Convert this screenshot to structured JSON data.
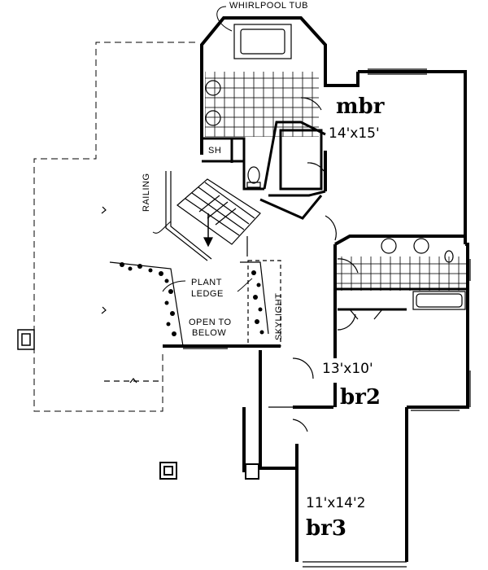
{
  "labels": {
    "whirlpool_tub": "WHIRLPOOL TUB",
    "master_bedroom_name": "mbr",
    "master_bedroom_size": "14'x15'",
    "shower": "SH",
    "railing": "RAILING",
    "plant_ledge_line1": "PLANT",
    "plant_ledge_line2": "LEDGE",
    "open_to_below_line1": "OPEN TO",
    "open_to_below_line2": "BELOW",
    "skylight": "SKYLIGHT",
    "bedroom2_size": "13'x10'",
    "bedroom2_name": "br2",
    "bedroom3_size": "11'x14'2",
    "bedroom3_name": "br3"
  }
}
